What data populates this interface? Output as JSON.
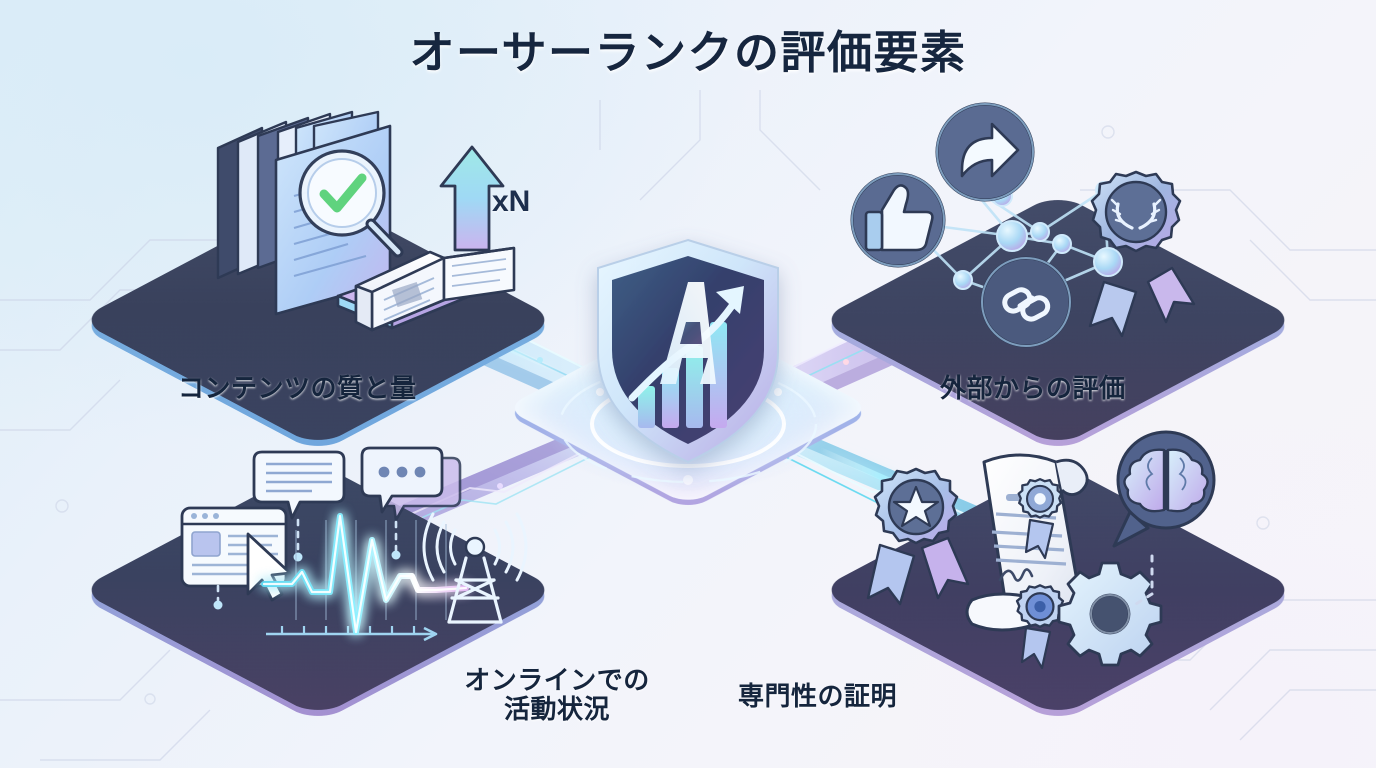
{
  "page": {
    "title": "オーサーランクの評価要素",
    "title_color": "#16263f",
    "background_colors": [
      "#dcedf7",
      "#e9f1fa",
      "#f5f4f9"
    ]
  },
  "center_hub": {
    "name": "author-rank-shield",
    "emblem_letter": "A",
    "icons": [
      "shield-icon",
      "upward-arrow-icon",
      "bar-chart-icon"
    ],
    "bar_chart_values": [
      38,
      56,
      72,
      92
    ],
    "accent_colors": [
      "#2f3a63",
      "#7fe6f0",
      "#c4a8f0"
    ]
  },
  "quadrants": [
    {
      "id": "content-quality",
      "label": "コンテンツの質と量",
      "position": "top-left",
      "panel_edge_color": "#7fb4e2",
      "panel_top_color": "#3a4360",
      "icons": [
        "document-stack-icon",
        "magnifier-check-icon",
        "open-book-icon",
        "up-arrow-icon"
      ],
      "badge": "xN",
      "check_color": "#5fd37e"
    },
    {
      "id": "external-evaluation",
      "label": "外部からの評価",
      "position": "top-right",
      "panel_edge_color": "#b79fd8",
      "panel_top_color": "#42465f",
      "icons": [
        "thumbs-up-icon",
        "share-arrow-icon",
        "link-chain-icon",
        "laurel-award-icon",
        "network-graph-icon"
      ],
      "network_nodes": 8
    },
    {
      "id": "online-activity",
      "label": "オンラインでの\n活動状況",
      "position": "bottom-left",
      "panel_edge_color": "#8fb6e4",
      "panel_top_color": "#3e4262",
      "icons": [
        "browser-window-icon",
        "cursor-icon",
        "speech-bubble-lines-icon",
        "speech-bubble-dots-icon",
        "pulse-wave-icon",
        "broadcast-tower-icon"
      ],
      "wave_color": "#63e8f5"
    },
    {
      "id": "expertise-proof",
      "label": "専門性の証明",
      "position": "bottom-right",
      "panel_edge_color": "#b79fd8",
      "panel_top_color": "#443f63",
      "icons": [
        "star-rosette-icon",
        "certificate-scroll-icon",
        "wax-seal-icon",
        "brain-bubble-icon",
        "gear-icon",
        "signature-icon"
      ]
    }
  ]
}
